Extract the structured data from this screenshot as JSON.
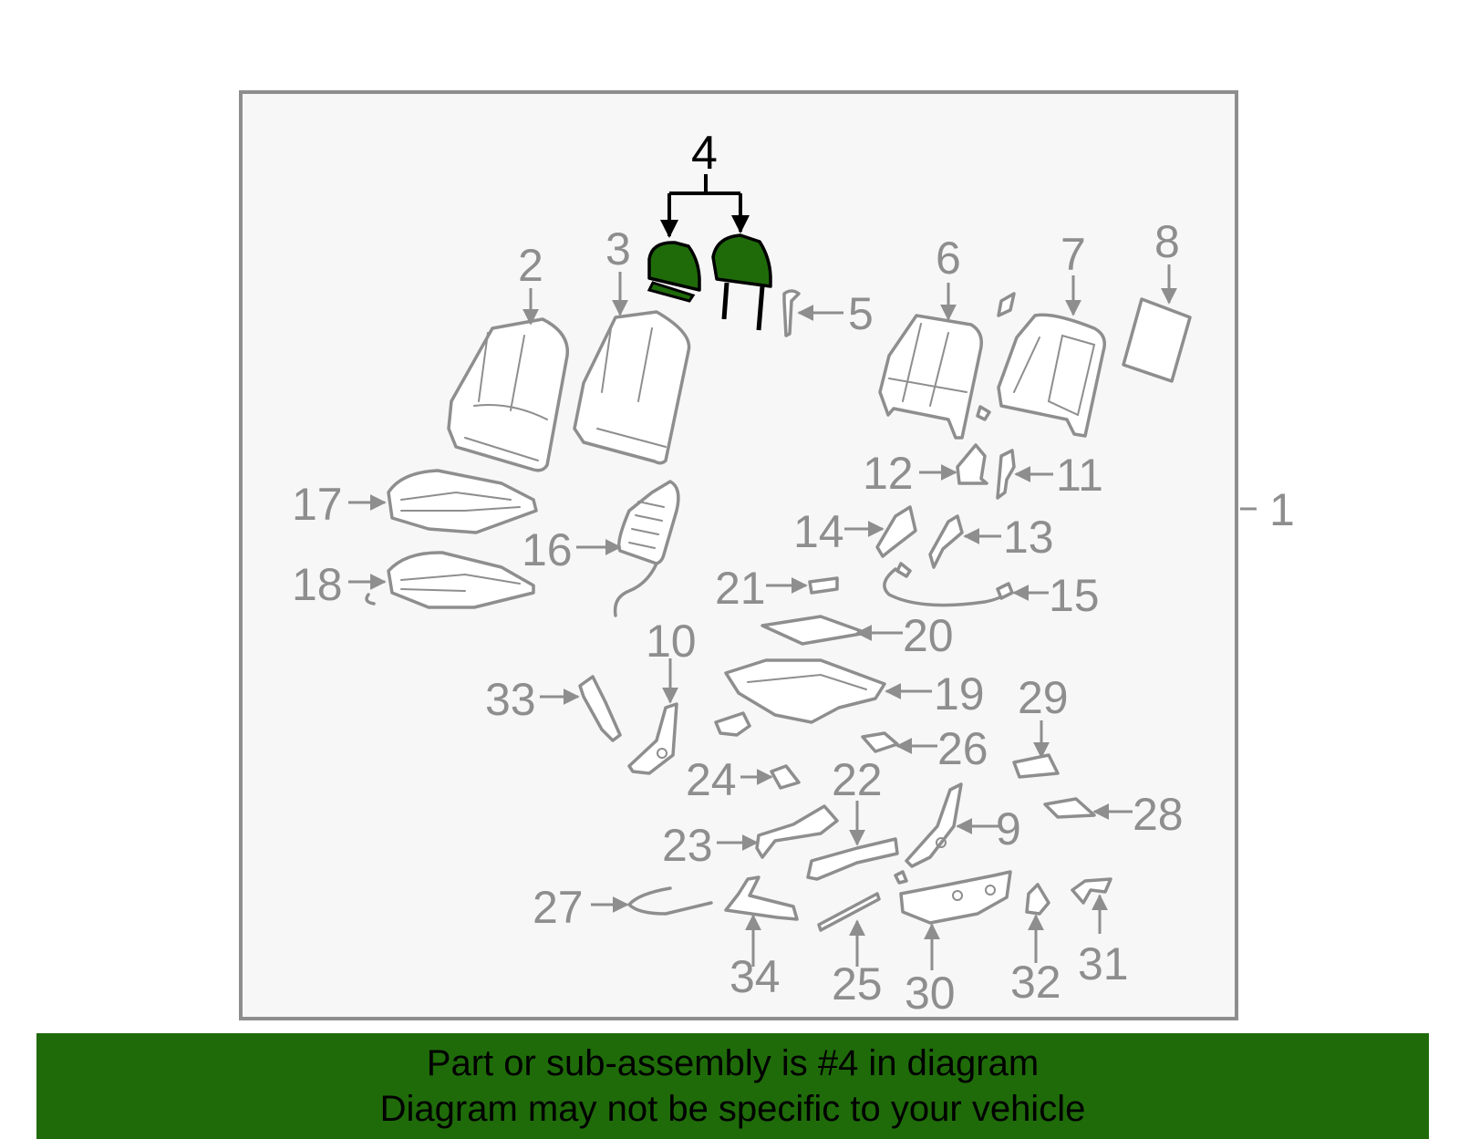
{
  "highlighted_part": "4",
  "assembly_label": "1",
  "callouts": [
    "2",
    "3",
    "4",
    "5",
    "6",
    "7",
    "8",
    "9",
    "10",
    "11",
    "12",
    "13",
    "14",
    "15",
    "16",
    "17",
    "18",
    "19",
    "20",
    "21",
    "22",
    "23",
    "24",
    "25",
    "26",
    "27",
    "28",
    "29",
    "30",
    "31",
    "32",
    "33",
    "34"
  ],
  "banner": {
    "line1": "Part or sub-assembly is #4 in diagram",
    "line2": "Diagram may not be specific to your vehicle"
  },
  "colors": {
    "highlight": "#1f6b0a",
    "banner_background": "#1f6b0a",
    "parts": "#8e8e8e",
    "frame_background": "#f7f7f7"
  }
}
